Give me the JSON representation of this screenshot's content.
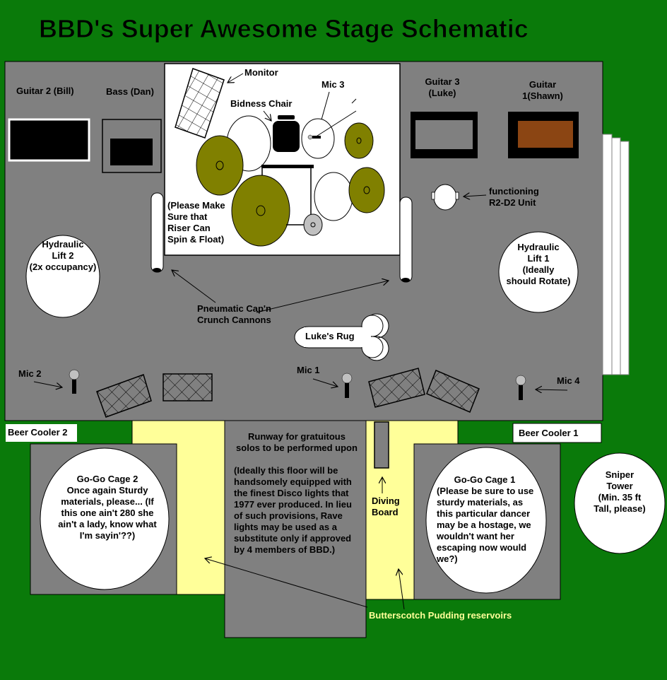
{
  "title": "BBD's Super Awesome Stage Schematic",
  "amps": {
    "guitar2": [
      "Guitar 2 (Bill)"
    ],
    "bass": [
      "Bass (Dan)"
    ],
    "guitar3": [
      "Guitar 3",
      "(Luke)"
    ],
    "guitar1": [
      "Guitar",
      "1(Shawn)"
    ]
  },
  "drum_riser": {
    "monitor": "Monitor",
    "bidness_chair": "Bidness Chair",
    "mic3": "Mic 3",
    "note": [
      "(Please Make",
      "Sure that",
      "Riser Can",
      "Spin & Float)"
    ]
  },
  "r2d2": [
    "functioning",
    "R2-D2 Unit"
  ],
  "lift2": [
    "Hydraulic",
    "Lift 2",
    "(2x occupancy)"
  ],
  "lift1": [
    "Hydraulic",
    "Lift 1",
    "(Ideally",
    "should Rotate)"
  ],
  "cannons": [
    "Pneumatic Cap'n",
    "Crunch Cannons"
  ],
  "rug": "Luke's Rug",
  "mics": {
    "mic1": "Mic 1",
    "mic2": "Mic 2",
    "mic4": "Mic 4"
  },
  "coolers": {
    "cooler2": "Beer Cooler 2",
    "cooler1": "Beer Cooler 1"
  },
  "runway": {
    "heading": [
      "Runway for gratuitous",
      "solos to be performed upon"
    ],
    "note": [
      "(Ideally this floor will be",
      "handsomely equipped with",
      "the finest Disco lights that",
      "1977 ever produced.  In lieu",
      "of such provisions, Rave",
      "lights may be used as a",
      "substitute only if approved",
      "by 4 members of BBD.)"
    ]
  },
  "diving_board": [
    "Diving",
    "Board"
  ],
  "cage2": [
    "Go-Go Cage 2",
    "Once again Sturdy",
    "materials, please...  (If",
    "this one ain't 280 she",
    "ain't a lady, know what",
    "I'm sayin'??)"
  ],
  "cage1": [
    "Go-Go Cage 1",
    "(Please be sure to use",
    "sturdy materials, as",
    "this particular dancer",
    "may be a hostage, we",
    "wouldn't want her",
    "escaping now would",
    "we?)"
  ],
  "sniper": [
    "Sniper",
    "Tower",
    "(Min. 35 ft",
    "Tall, please)"
  ],
  "pudding": "Butterscotch Pudding reservoirs",
  "colors": {
    "background": "#0a7a0a",
    "stage": "#808080",
    "pudding": "#ffff99",
    "cymbal": "#808000",
    "guitar1_speaker": "#8b4513"
  }
}
